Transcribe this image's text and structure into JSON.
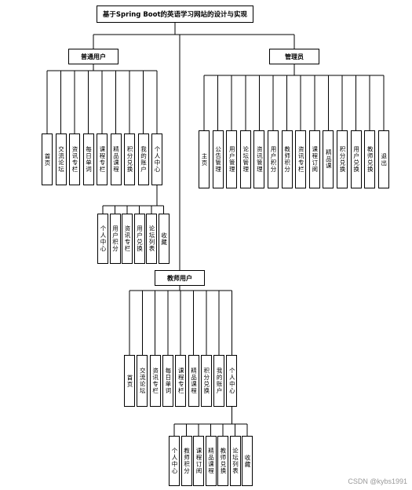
{
  "title": "基于Spring Boot的英语学习网站的设计与实现",
  "watermark": "CSDN @kybs1991",
  "roles": {
    "user": "普通用户",
    "admin": "管理员",
    "teacher": "教师用户"
  },
  "user_modules": [
    "首页",
    "交流论坛",
    "资讯专栏",
    "每日单词",
    "课程专栏",
    "精品课程",
    "积分兑换",
    "我的账户",
    "个人中心"
  ],
  "user_center": [
    "个人中心",
    "用户积分",
    "资讯专栏",
    "用户兑换",
    "论坛列表",
    "收藏"
  ],
  "admin_modules": [
    "主页",
    "公告管理",
    "用户管理",
    "论坛管理",
    "资讯管理",
    "用户积分",
    "教师积分",
    "资讯专栏",
    "课程订阅",
    "精品课",
    "积分兑换",
    "用户兑换",
    "教师兑换",
    "退出"
  ],
  "teacher_modules": [
    "首页",
    "交流论坛",
    "资讯专栏",
    "每日单词",
    "课程专栏",
    "精品课程",
    "积分兑换",
    "我的账户",
    "个人中心"
  ],
  "teacher_center": [
    "个人中心",
    "教师积分",
    "课程订阅",
    "精品课程",
    "教师兑换",
    "论坛列表",
    "收藏"
  ]
}
